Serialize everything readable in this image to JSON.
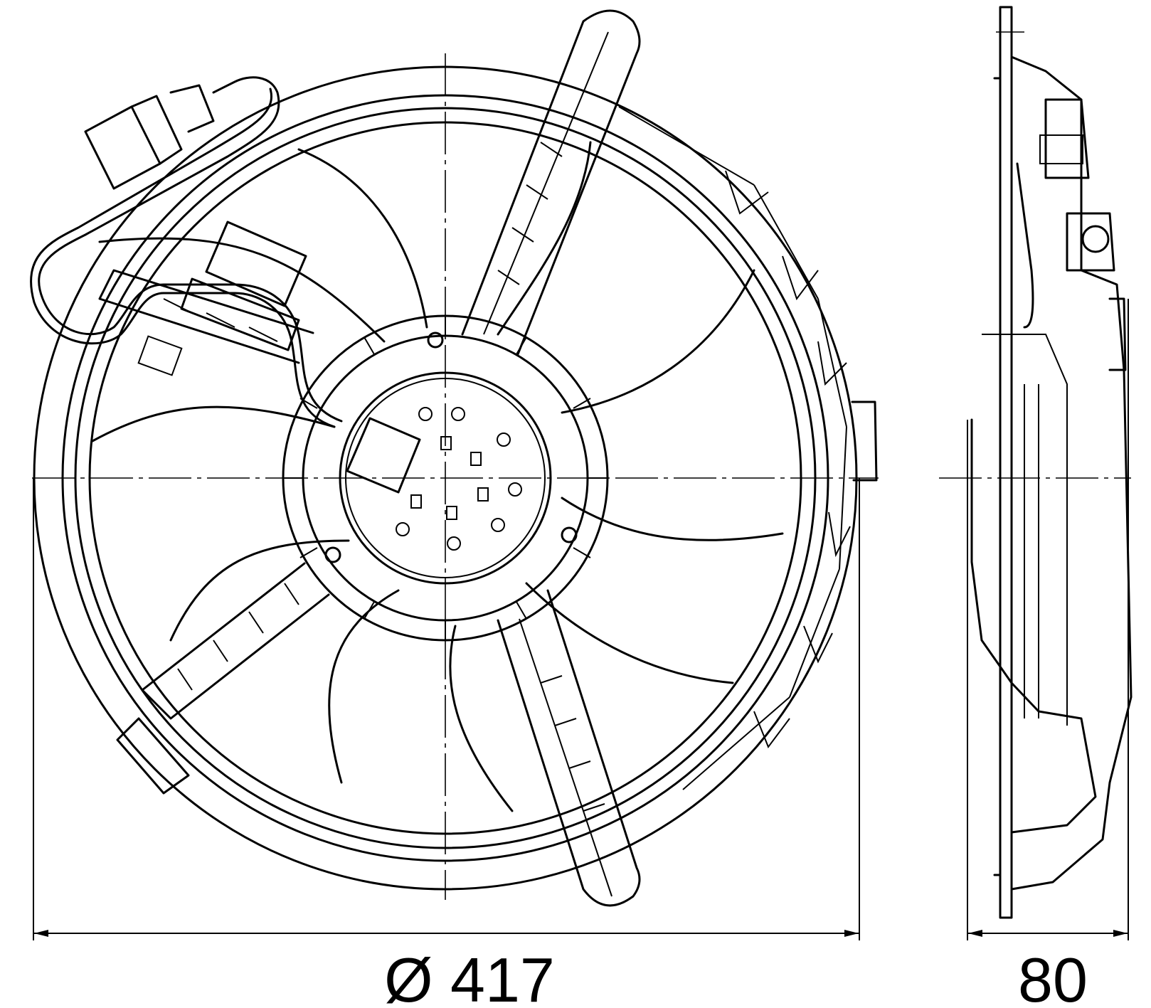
{
  "dimensions": {
    "diameter": {
      "symbol": "Ø",
      "value": "417"
    },
    "depth": {
      "value": "80"
    }
  },
  "colors": {
    "line": "#000000",
    "background": "#ffffff"
  }
}
